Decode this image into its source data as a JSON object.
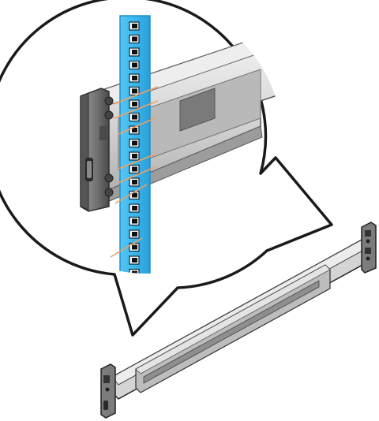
{
  "diagram": {
    "subject": "rail-installation-callout",
    "colors": {
      "background": "#ffffff",
      "outline": "#1a1a1a",
      "rack_post": "#3ab5ec",
      "rack_post_edge": "#1e8fcb",
      "rail_light": "#e2e2e2",
      "rail_mid": "#c8c8c8",
      "rail_dark": "#8c8c8c",
      "bracket": "#6f6f6f",
      "bracket_dark": "#3c3c3c",
      "pin_guide": "#f0a064"
    },
    "square_hole_count": 20,
    "pin_guide_count": 7
  }
}
